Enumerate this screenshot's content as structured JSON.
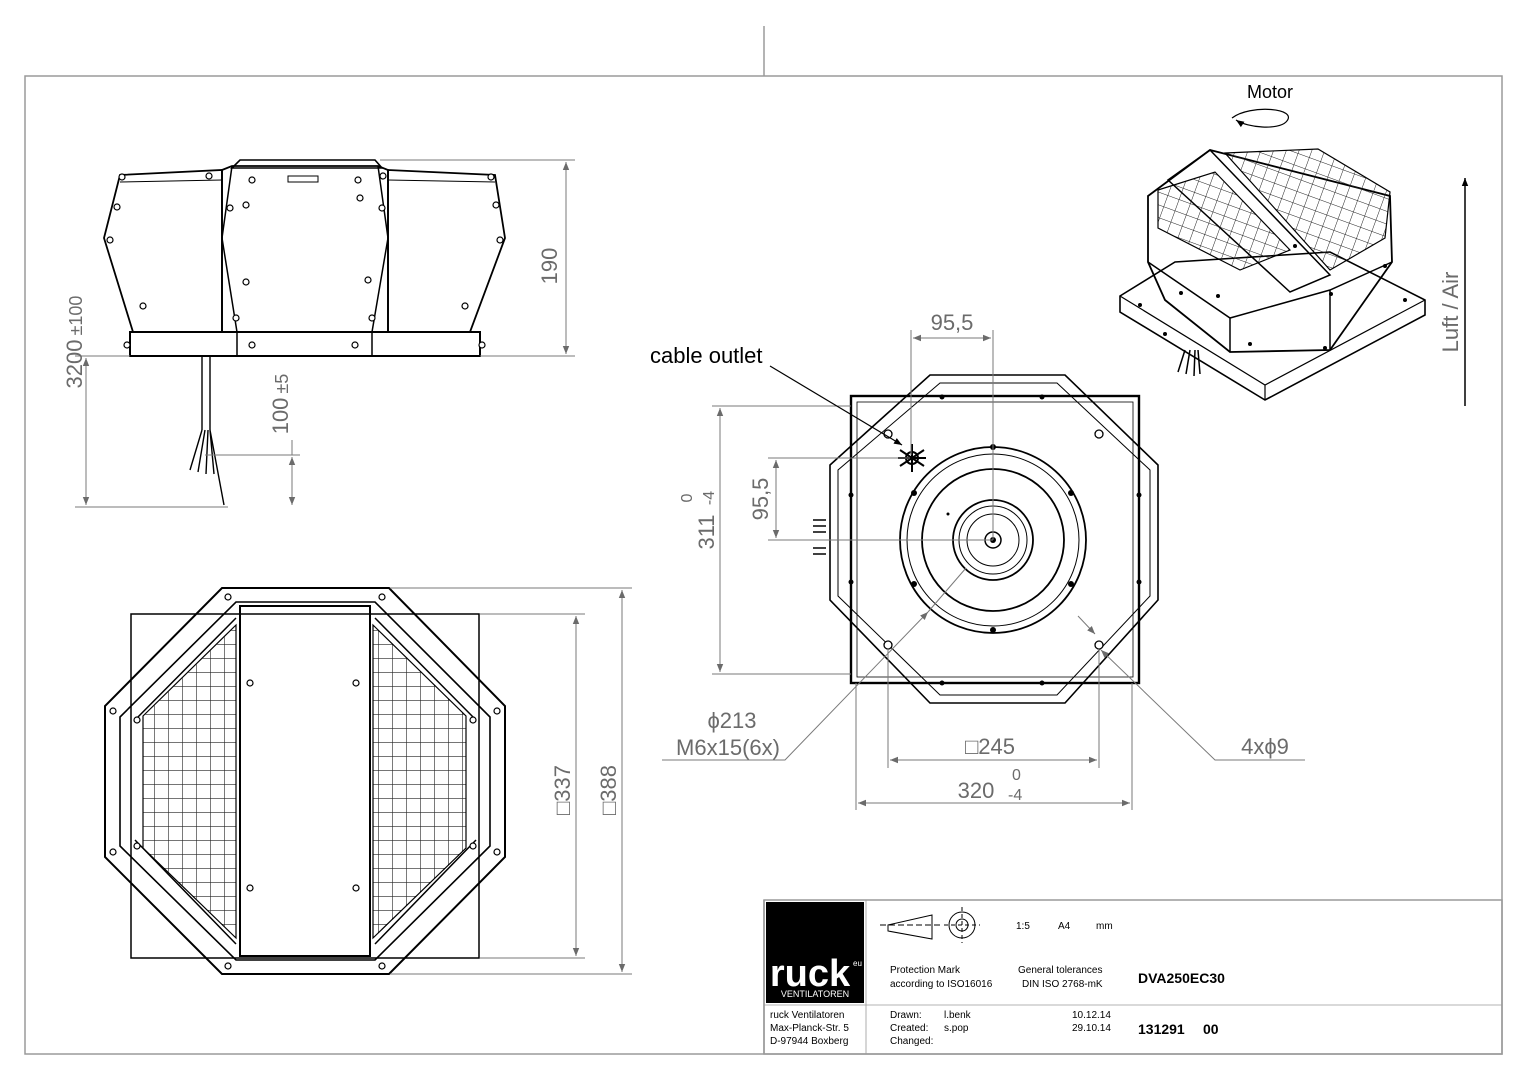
{
  "dimensions": {
    "height_190": "190",
    "overall_3200": "3200",
    "tol_pm100": "±100",
    "cable_100": "100",
    "tol_pm5": "±5",
    "side_337": "□337",
    "side_388": "□388",
    "offset_95_5_h": "95,5",
    "offset_95_5_v": "95,5",
    "nominal_311": "311",
    "tol_311_lower": "-4",
    "tol_311_upper": "0",
    "diameter_213": "ϕ213",
    "screws": "M6x15(6x)",
    "square_245": "□245",
    "nominal_320": "320",
    "tol_320_lower": "-4",
    "tol_320_upper": "0",
    "holes": "4xϕ9"
  },
  "labels": {
    "cable_outlet": "cable outlet",
    "motor": "Motor",
    "airflow": "Luft / Air"
  },
  "title_block": {
    "logo_text": "ruck",
    "logo_sup": "eu",
    "logo_sub": "VENTILATOREN",
    "scale": "1:5",
    "paper": "A4",
    "units": "mm",
    "protection_mark_1": "Protection Mark",
    "protection_mark_2": "according to ISO16016",
    "general_tol_1": "General tolerances",
    "general_tol_2": "DIN ISO 2768-mK",
    "model": "DVA250EC30",
    "company": "ruck Ventilatoren",
    "street": "Max-Planck-Str. 5",
    "city": "D-97944 Boxberg",
    "drawn_label": "Drawn:",
    "drawn_by": "l.benk",
    "drawn_date": "10.12.14",
    "created_label": "Created:",
    "created_by": "s.pop",
    "created_date": "29.10.14",
    "changed_label": "Changed:",
    "part_number": "131291",
    "revision": "00"
  }
}
